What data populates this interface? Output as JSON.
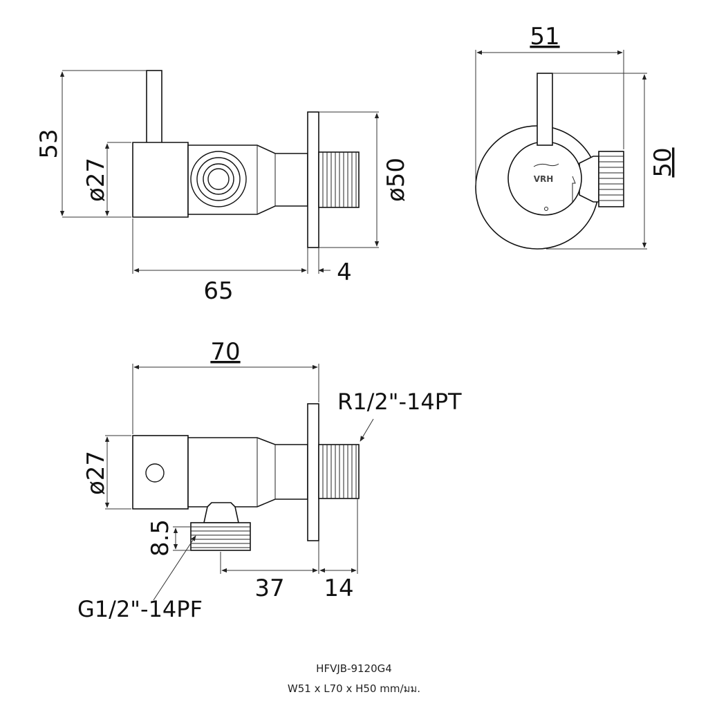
{
  "dimensions": {
    "side_height": "53",
    "side_body_dia": "ø27",
    "side_flange_dia": "ø50",
    "side_length": "65",
    "side_flange_thk": "4",
    "front_width": "51",
    "front_height": "50",
    "bottom_length": "70",
    "bottom_body_dia": "ø27",
    "outlet_len": "8.5",
    "outlet_offset": "37",
    "thread_len": "14"
  },
  "threads": {
    "inlet": "R1/2\"-14PT",
    "outlet": "G1/2\"-14PF"
  },
  "logo": "VRH",
  "caption": {
    "model": "HFVJB-9120G4",
    "size": "W51 x L70 x H50 mm/มม."
  }
}
